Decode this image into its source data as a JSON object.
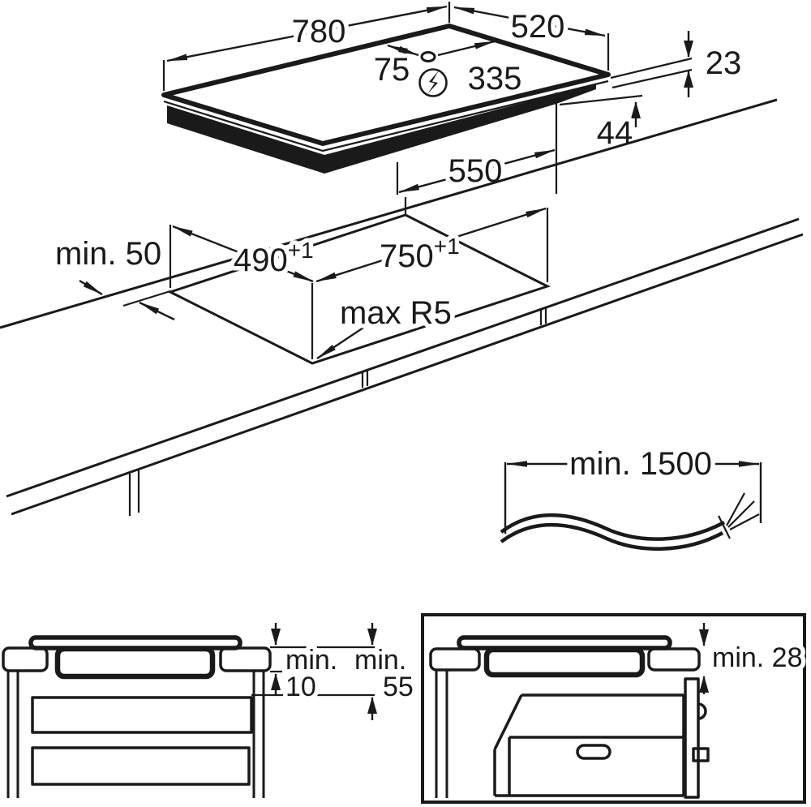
{
  "diagram": {
    "hob": {
      "width": "780",
      "depth": "520",
      "cable_offset_left": "75",
      "cable_offset_right": "335",
      "rim_height": "23",
      "box_height": "44",
      "box_width": "550"
    },
    "cutout": {
      "edge_clearance": "min. 50",
      "depth": "490",
      "depth_tolerance": "+1",
      "width": "750",
      "width_tolerance": "+1",
      "corner_radius": "max R5"
    },
    "power_cable": {
      "length": "min. 1500"
    },
    "drawer_installation": {
      "min_label_a": "min.",
      "gap_value": "10",
      "min_label_b": "min.",
      "clearance_value": "55"
    },
    "oven_installation": {
      "clearance": "min. 28"
    }
  },
  "icons": {
    "power_supply": "lightning-bolt-in-circle",
    "cable_entry": "cable-gland-hole"
  },
  "colors": {
    "line": "#1a1a1a",
    "background": "#ffffff"
  }
}
